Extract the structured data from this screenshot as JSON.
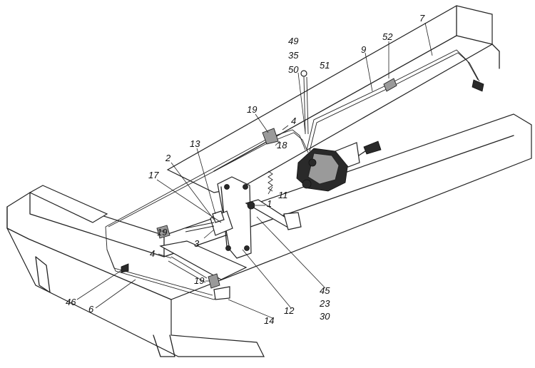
{
  "callouts": {
    "c49": "49",
    "c35": "35",
    "c50": "50",
    "c51": "51",
    "c9": "9",
    "c52": "52",
    "c7": "7",
    "c19a": "19",
    "c4a": "4",
    "c18": "18",
    "c13": "13",
    "c2": "2",
    "c17": "17",
    "c11": "11",
    "c1": "1",
    "c19b": "19",
    "c3": "3",
    "c4b": "4",
    "c19c": "19",
    "c46": "46",
    "c6": "6",
    "c45": "45",
    "c23": "23",
    "c30": "30",
    "c12": "12",
    "c14": "14"
  }
}
